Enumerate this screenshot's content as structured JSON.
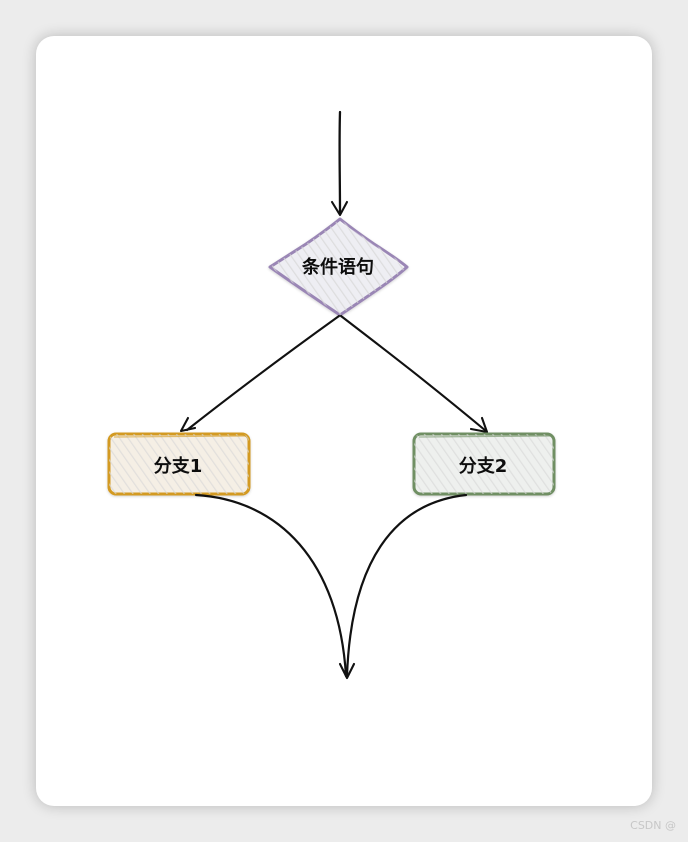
{
  "diagram": {
    "type": "flowchart",
    "nodes": {
      "condition": {
        "label": "条件语句",
        "shape": "diamond",
        "stroke": "#9a86b5",
        "fill": "#eeeef3"
      },
      "branch1": {
        "label": "分支1",
        "shape": "rectangle",
        "stroke": "#d39a20",
        "fill": "#f5efe5"
      },
      "branch2": {
        "label": "分支2",
        "shape": "rectangle",
        "stroke": "#6f8f63",
        "fill": "#eef0ee"
      }
    },
    "edges": [
      {
        "from": "entry",
        "to": "condition"
      },
      {
        "from": "condition",
        "to": "branch1"
      },
      {
        "from": "condition",
        "to": "branch2"
      },
      {
        "from": "branch1",
        "to": "merge"
      },
      {
        "from": "branch2",
        "to": "merge"
      }
    ]
  },
  "watermark": "CSDN @"
}
